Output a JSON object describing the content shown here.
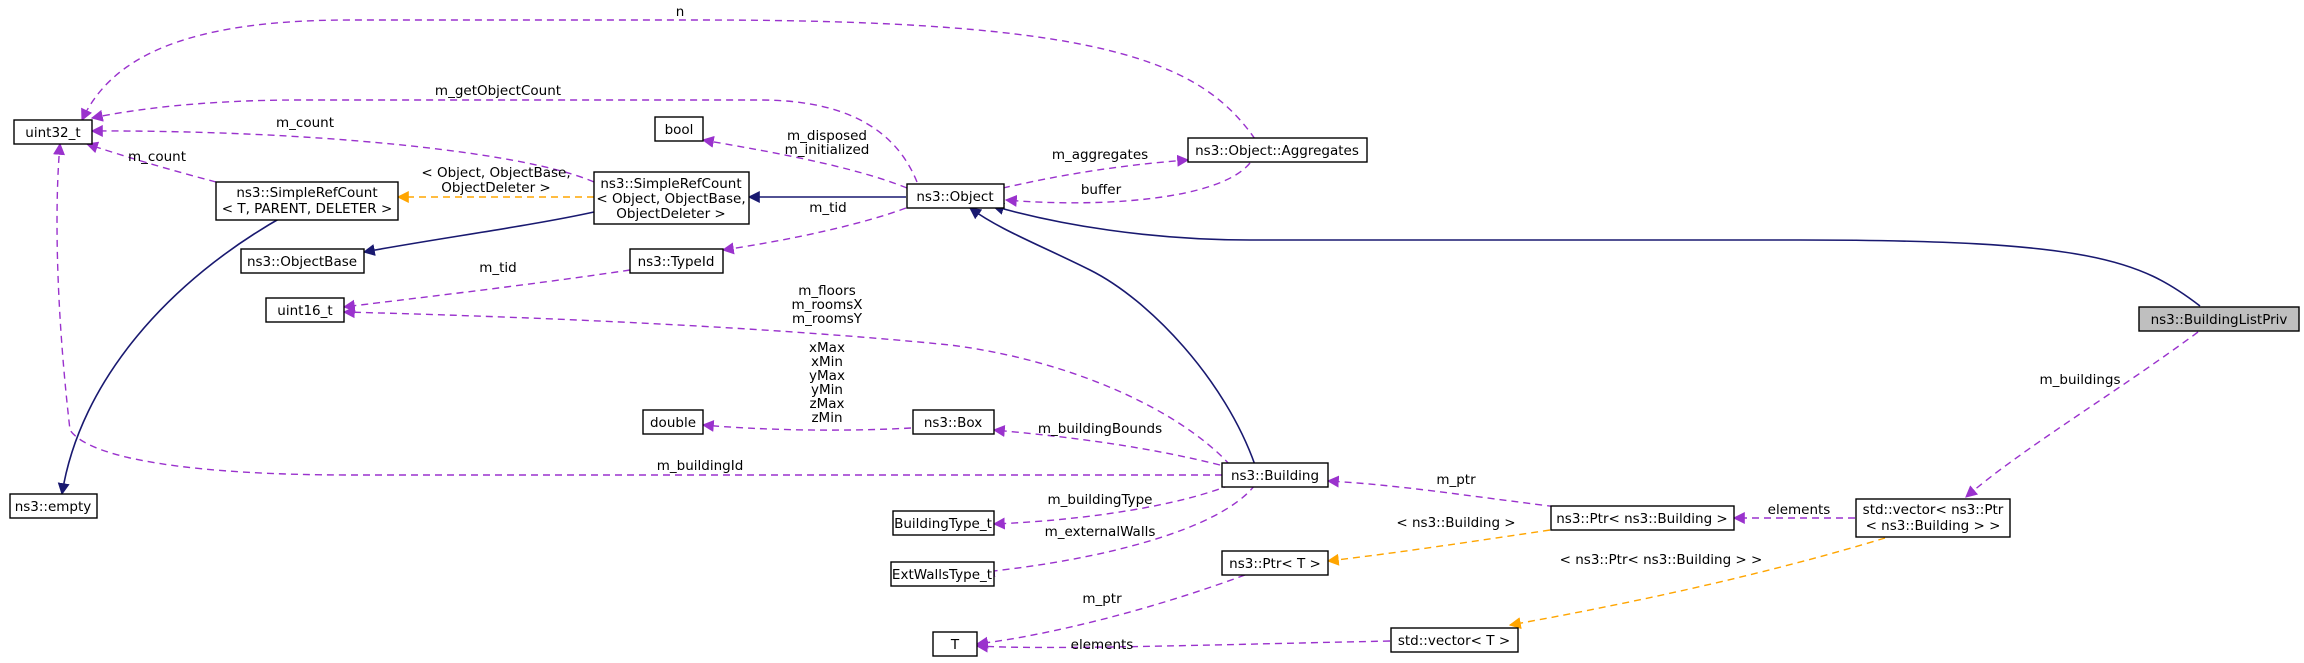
{
  "diagram": {
    "nodes": {
      "uint32": "uint32_t",
      "srcTPD1": "ns3::SimpleRefCount",
      "srcTPD2": "< T, PARENT, DELETER >",
      "objectBase": "ns3::ObjectBase",
      "uint16": "uint16_t",
      "empty": "ns3::empty",
      "bool": "bool",
      "srcObj1": "ns3::SimpleRefCount",
      "srcObj2": "< Object, ObjectBase,",
      "srcObj3": "ObjectDeleter >",
      "typeId": "ns3::TypeId",
      "object": "ns3::Object",
      "aggregates": "ns3::Object::Aggregates",
      "double": "double",
      "box": "ns3::Box",
      "building": "ns3::Building",
      "buildingType": "BuildingType_t",
      "extWalls": "ExtWallsType_t",
      "ptrT": "ns3::Ptr< T >",
      "T": "T",
      "vectorT": "std::vector< T >",
      "ptrBuilding": "ns3::Ptr< ns3::Building >",
      "vecPtr1": "std::vector< ns3::Ptr",
      "vecPtr2": "< ns3::Building > >",
      "root": "ns3::BuildingListPriv"
    },
    "labels": {
      "n": "n",
      "getObjectCount": "m_getObjectCount",
      "countSrcObj": "m_count",
      "countSrcTPD": "m_count",
      "disposed": "m_disposed",
      "initialized": "m_initialized",
      "aggregates": "m_aggregates",
      "buffer": "buffer",
      "tmplObj1": "< Object, ObjectBase,",
      "tmplObj2": "ObjectDeleter >",
      "tidObject": "m_tid",
      "tidTypeId": "m_tid",
      "floors": "m_floors",
      "roomsX": "m_roomsX",
      "roomsY": "m_roomsY",
      "xMax": "xMax",
      "xMin": "xMin",
      "yMax": "yMax",
      "yMin": "yMin",
      "zMax": "zMax",
      "zMin": "zMin",
      "buildingBounds": "m_buildingBounds",
      "buildingId": "m_buildingId",
      "buildingType": "m_buildingType",
      "externalWalls": "m_externalWalls",
      "ptrBuilding": "m_ptr",
      "ptrT": "m_ptr",
      "tmplBuilding": "< ns3::Building >",
      "elementsVec": "elements",
      "elementsT": "elements",
      "tmplVec": "< ns3::Ptr< ns3::Building > >",
      "buildings": "m_buildings"
    },
    "colors": {
      "inheritance": "#191970",
      "usage": "#9a32cd",
      "template": "#ffa500",
      "root_fill": "#bfbfbf"
    }
  }
}
